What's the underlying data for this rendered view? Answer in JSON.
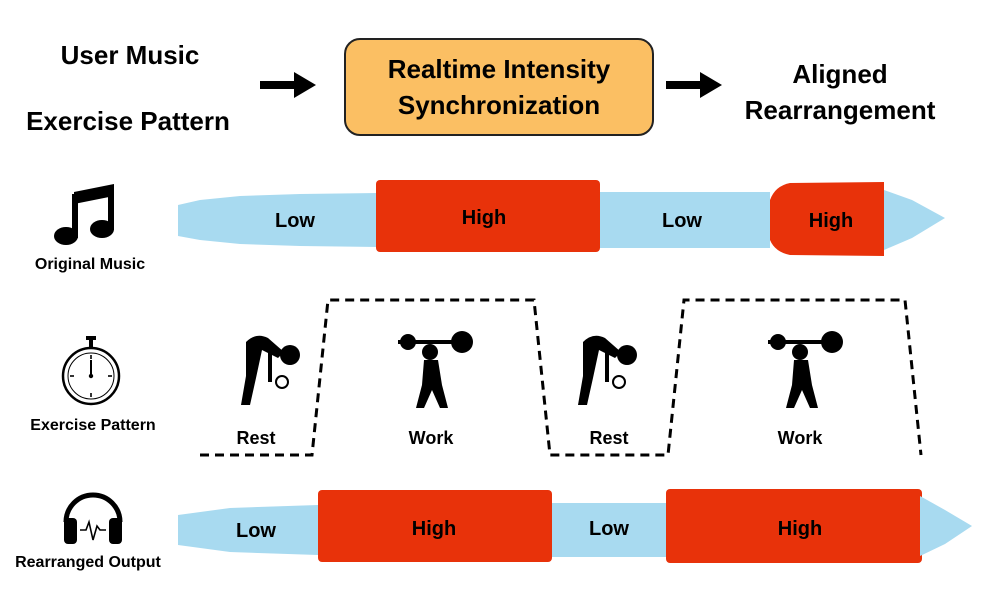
{
  "header": {
    "input_music": "User Music",
    "input_exercise": "Exercise Pattern",
    "process": "Realtime Intensity Synchronization",
    "output": "Aligned Rearrangement"
  },
  "rows": {
    "original": {
      "label": "Original Music",
      "icon": "music-note-icon",
      "segments": [
        "Low",
        "High",
        "Low",
        "High"
      ]
    },
    "exercise": {
      "label": "Exercise Pattern",
      "icon": "stopwatch-icon",
      "phases": [
        "Rest",
        "Work",
        "Rest",
        "Work"
      ]
    },
    "output": {
      "label": "Rearranged Output",
      "icon": "headphones-icon",
      "segments": [
        "Low",
        "High",
        "Low",
        "High"
      ]
    }
  },
  "colors": {
    "low": "#a8daf0",
    "high": "#e8320a",
    "process_box": "#fbbf63"
  }
}
